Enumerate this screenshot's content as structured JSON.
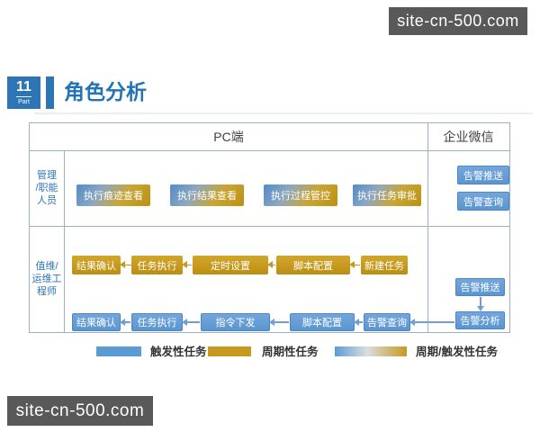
{
  "watermark": {
    "text": "site-cn-500.com"
  },
  "part_badge": {
    "number": "11",
    "label": "Part"
  },
  "page_title": "角色分析",
  "table_header": {
    "pc": "PC端",
    "wechat": "企业微信"
  },
  "roles": {
    "management": {
      "line1": "管理",
      "line2": "/职能",
      "line3": "人员"
    },
    "operations": {
      "line1": "值维/",
      "line2": "运维工",
      "line3": "程师"
    }
  },
  "management_row": {
    "pc_tasks": [
      "执行痕迹查看",
      "执行结果查看",
      "执行过程管控",
      "执行任务审批"
    ],
    "wechat_tasks": [
      "告警推送",
      "告警查询"
    ]
  },
  "operations_row": {
    "periodic_chain": [
      "结果确认",
      "任务执行",
      "定时设置",
      "脚本配置",
      "新建任务"
    ],
    "triggered_chain": [
      "结果确认",
      "任务执行",
      "指令下发",
      "脚本配置",
      "告警查询"
    ],
    "wechat_tasks": [
      "告警推送",
      "告警分析"
    ]
  },
  "legend": {
    "triggered": "触发性任务",
    "periodic": "周期性任务",
    "mixed": "周期/触发性任务"
  },
  "colors": {
    "triggered_blue": "#5B9BD5",
    "periodic_gold": "#C79A1F",
    "accent_blue": "#2E75B6",
    "title_blue": "#2374B5",
    "table_border": "#9BB1CA",
    "watermark_bg": "#595959"
  }
}
